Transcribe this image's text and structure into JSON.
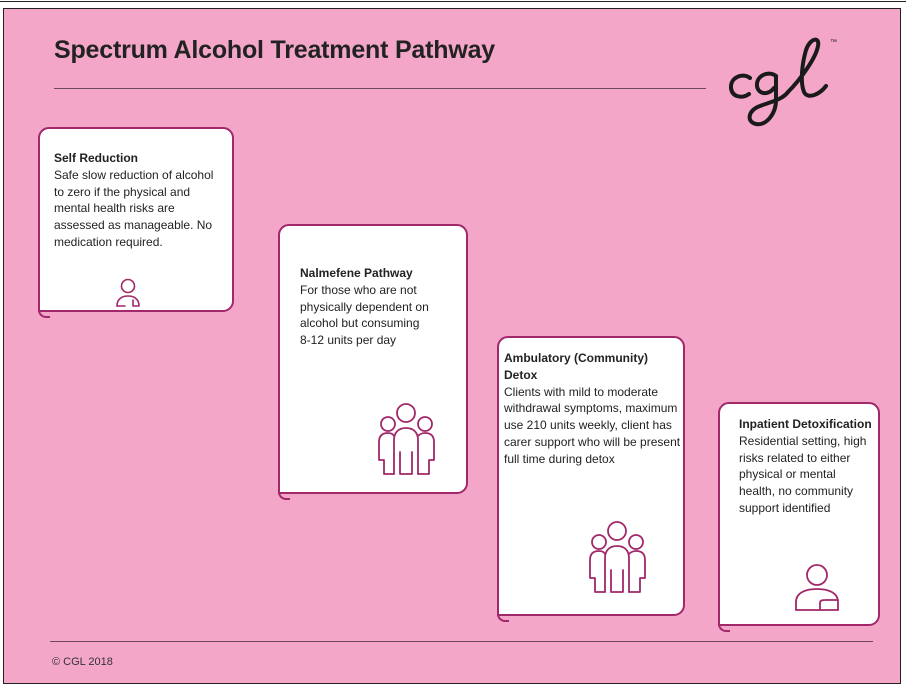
{
  "header": {
    "title": "Spectrum Alcohol Treatment Pathway"
  },
  "logo": {
    "text": "cgl",
    "tm": "™"
  },
  "footer": {
    "copyright": "© CGL 2018"
  },
  "colors": {
    "background": "#f4a6c9",
    "accent": "#a1286a",
    "card": "#ffffff"
  },
  "cards": [
    {
      "title": "Self Reduction",
      "body": "Safe slow reduction of alcohol to zero if the physical and mental health risks are assessed as manageable. No medication required.",
      "icon": "single-person-icon"
    },
    {
      "title": "Nalmefene Pathway",
      "body": "For those who are not physically dependent on alcohol but consuming 8-12 units per day",
      "icon": "group-people-icon"
    },
    {
      "title": "Ambulatory (Community) Detox",
      "body": "Clients with mild to moderate withdrawal symptoms, maximum use 210 units weekly, client has carer support who will be present full time during detox",
      "icon": "group-people-icon"
    },
    {
      "title": "Inpatient Detoxification",
      "body": "Residential setting, high risks related to either physical or mental health, no community support identified",
      "icon": "person-at-desk-icon"
    }
  ]
}
